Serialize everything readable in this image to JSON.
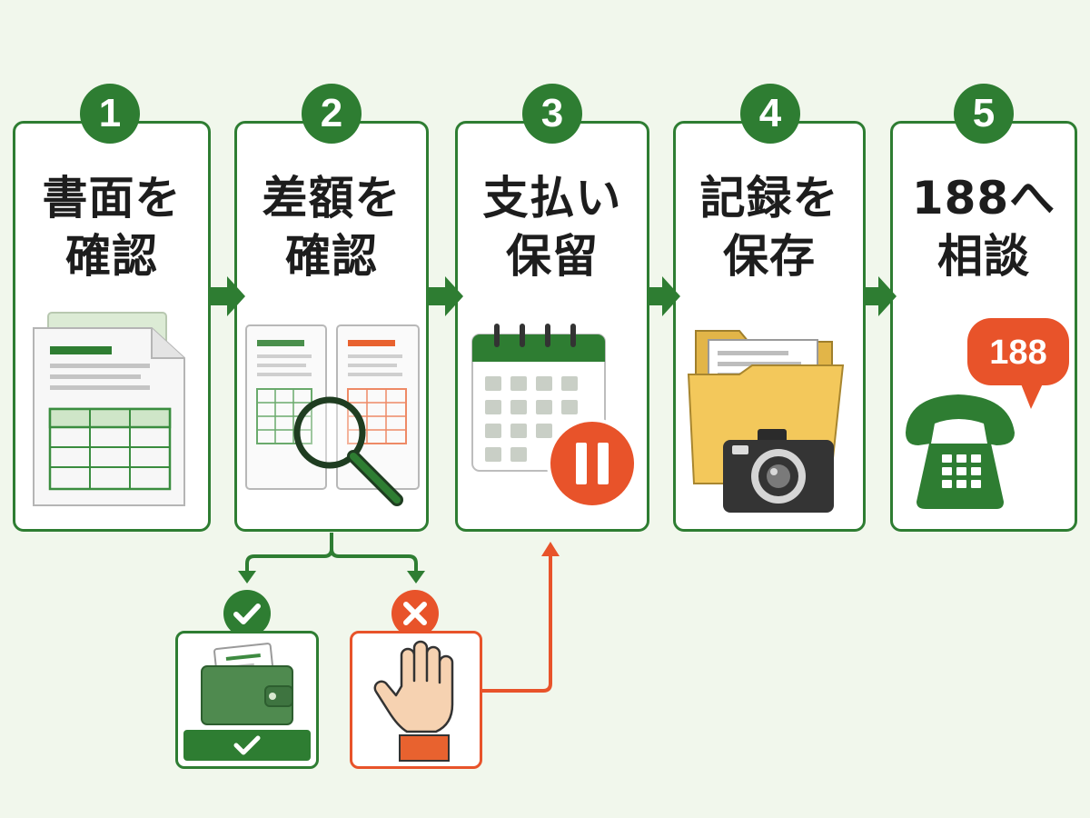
{
  "steps": [
    {
      "number": "1",
      "title_line1": "書面を",
      "title_line2": "確認"
    },
    {
      "number": "2",
      "title_line1": "差額を",
      "title_line2": "確認"
    },
    {
      "number": "3",
      "title_line1": "支払い",
      "title_line2": "保留"
    },
    {
      "number": "4",
      "title_line1": "記録を",
      "title_line2": "保存"
    },
    {
      "number": "5",
      "title_line1": "188へ",
      "title_line2": "相談"
    }
  ],
  "phone_bubble": {
    "text": "188"
  },
  "branch": {
    "ok_icon": "check-icon",
    "ng_icon": "cross-icon"
  },
  "colors": {
    "green": "#2e7d32",
    "green_light": "#4caf50",
    "orange": "#e8532a",
    "background": "#f1f7ec",
    "folder": "#f3c85b"
  }
}
